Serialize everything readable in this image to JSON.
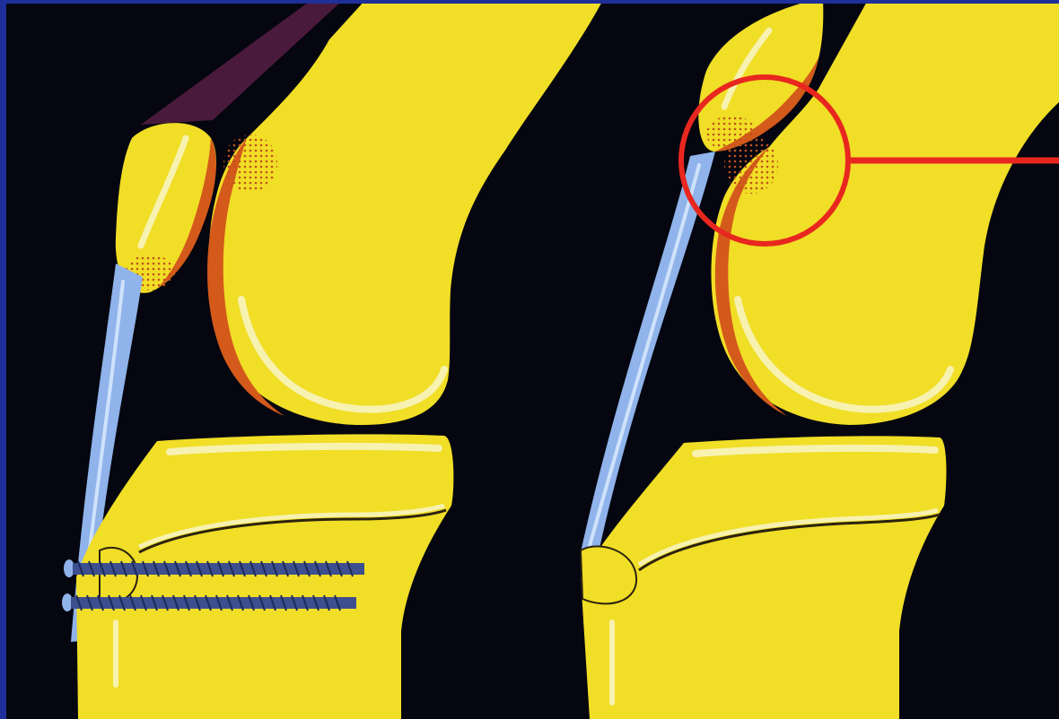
{
  "slide": {
    "background_color": "#05060f",
    "frame_color": "#1f2f9a"
  },
  "palette": {
    "bone": "#f1de26",
    "bone_shade": "#d9c21d",
    "cartilage_highlight": "#f7f2b0",
    "synovium_edge": "#d35a1a",
    "tendon": "#8fb3ea",
    "tendon_highlight": "#cfe2fb",
    "quadriceps": "#4a1a3c",
    "callus_dots": "#c0521c",
    "screw": "#3d4f8f",
    "highlight_marker": "#e8271f"
  },
  "panels": [
    {
      "id": "left",
      "description_icon": "knee-with-screw-fixation"
    },
    {
      "id": "right",
      "description_icon": "knee-after-healing"
    }
  ],
  "annotation": {
    "shape": "circle-with-pointer-line",
    "color": "#e8271f"
  }
}
